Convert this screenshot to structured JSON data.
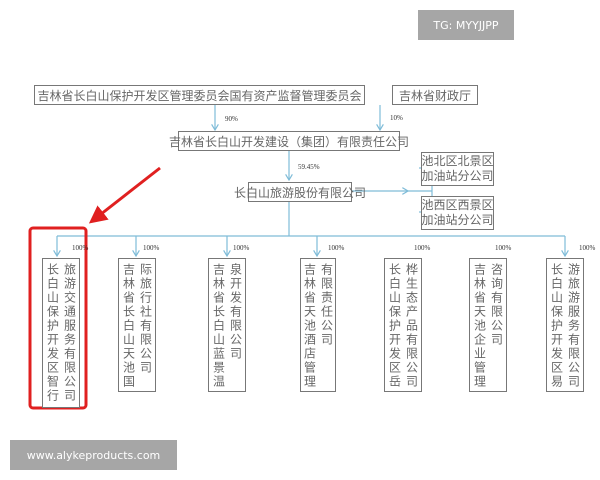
{
  "watermarks": {
    "top": "TG: MYYJJPP",
    "bottom": "www.alykeproducts.com"
  },
  "top_entities": [
    {
      "name": "吉林省长白山保护开发区管理委员会国有资产监督管理委员会",
      "share": "90%"
    },
    {
      "name": "吉林省财政厅",
      "share": "10%"
    }
  ],
  "group": {
    "name": "吉林省长白山开发建设（集团）有限责任公司",
    "share": "59.45%"
  },
  "company": {
    "name": "长白山旅游股份有限公司"
  },
  "branches": [
    {
      "line1": "池北区北景区",
      "line2": "加油站分公司"
    },
    {
      "line1": "池西区西景区",
      "line2": "加油站分公司"
    }
  ],
  "subsidiaries": [
    {
      "col1": "长白山保护开发区智行",
      "col2": "旅游交通服务有限公司",
      "share": "100%",
      "highlighted": true
    },
    {
      "col1": "吉林省长白山天池国",
      "col2": "际旅行社有限公司",
      "share": "100%"
    },
    {
      "col1": "吉林省长白山蓝景温",
      "col2": "泉开发有限公司",
      "share": "100%"
    },
    {
      "col1": "吉林省天池酒店管理",
      "col2": "有限责任公司",
      "share": "100%"
    },
    {
      "col1": "长白山保护开发区岳",
      "col2": "桦生态产品有限公司",
      "share": "100%"
    },
    {
      "col1": "吉林省天池企业管理",
      "col2": "咨询有限公司",
      "share": "100%"
    },
    {
      "col1": "长白山保护开发区易",
      "col2": "游旅游服务有限公司",
      "share": "100%"
    }
  ],
  "colors": {
    "connector": "#7fbcd8",
    "highlight": "#e02020"
  }
}
